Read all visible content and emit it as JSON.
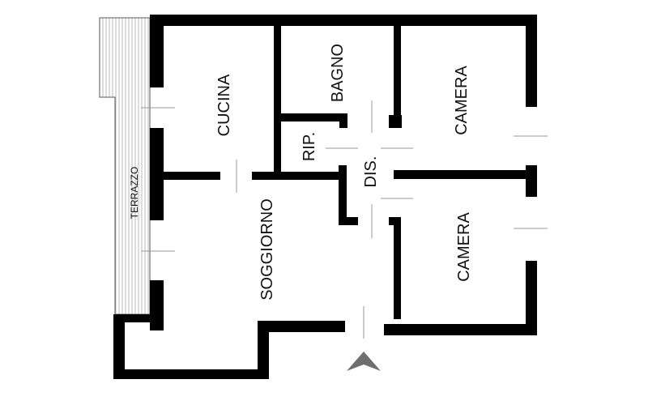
{
  "rooms": {
    "cucina": "CUCINA",
    "bagno": "BAGNO",
    "camera_top": "CAMERA",
    "camera_bottom": "CAMERA",
    "ripostiglio": "RIP.",
    "disimpegno": "DIS.",
    "soggiorno": "SOGGIORNO",
    "terrazzo": "TERRAZZO"
  },
  "colors": {
    "wall": "#000000",
    "door_line": "#9a9a9a",
    "terrace_hatch": "#8c8c8c",
    "entrance_arrow": "#6e6e6e"
  },
  "icons": {
    "entrance": "entrance-arrow-icon"
  }
}
